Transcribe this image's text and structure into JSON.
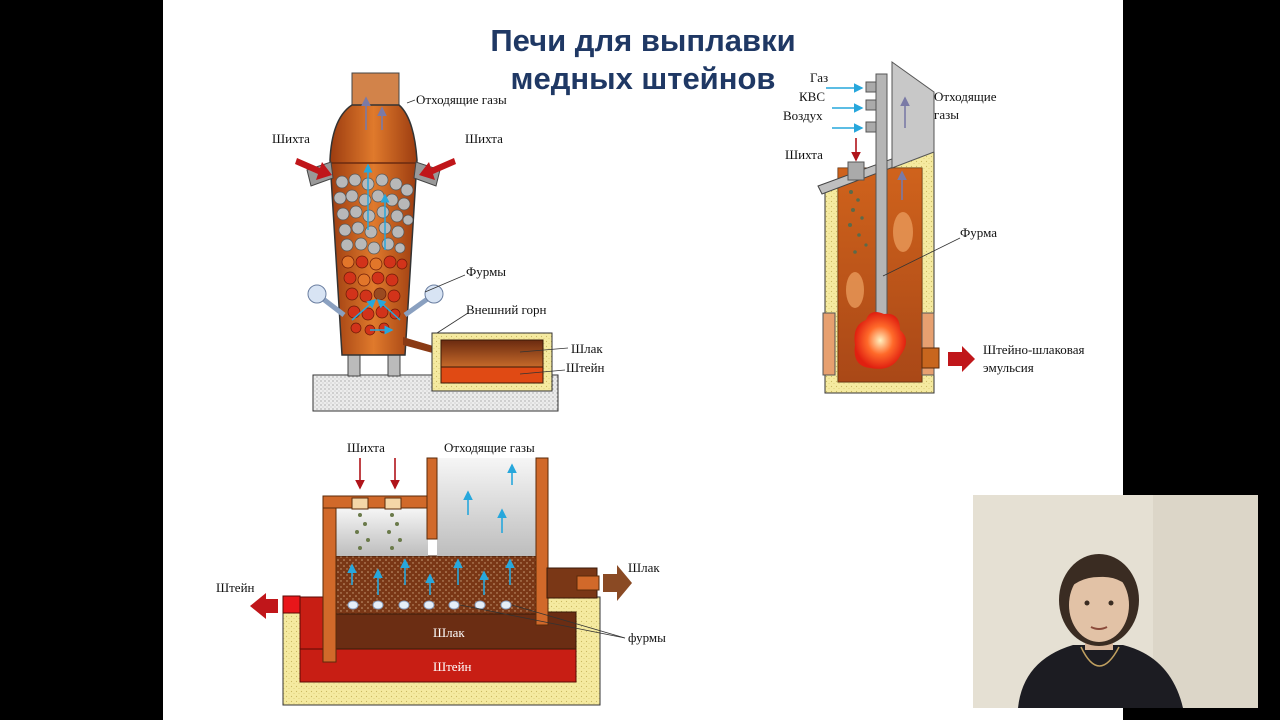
{
  "slide": {
    "title_line1": "Печи для выплавки",
    "title_line2": "медных штейнов"
  },
  "shaft_furnace": {
    "off_gases": "Отходящие газы",
    "charge_left": "Шихта",
    "charge_right": "Шихта",
    "tuyeres": "Фурмы",
    "external_hearth": "Внешний горн",
    "slag": "Шлак",
    "matte": "Штейн"
  },
  "vanyukov_furnace": {
    "gas": "Газ",
    "kvs": "КВС",
    "air": "Воздух",
    "charge": "Шихта",
    "off_gases_1": "Отходящие",
    "off_gases_2": "газы",
    "lance": "Фурма",
    "emulsion_1": "Штейно-шлаковая",
    "emulsion_2": "эмульсия"
  },
  "bath_furnace": {
    "charge": "Шихта",
    "off_gases": "Отходящие газы",
    "slag_out": "Шлак",
    "matte_out": "Штейн",
    "slag_layer": "Шлак",
    "matte_layer": "Штейн",
    "tuyeres": "фурмы"
  },
  "colors": {
    "title": "#1f3864",
    "furnace_orange": "#c8601e",
    "slag_brown": "#6b2d13",
    "matte_red": "#c81e14",
    "refractory_yellow": "#f5eaa0",
    "arrow_red": "#c0161a",
    "gas_arrow_blue": "#27a7dc"
  },
  "webcam": {
    "icon": "presenter-video"
  }
}
